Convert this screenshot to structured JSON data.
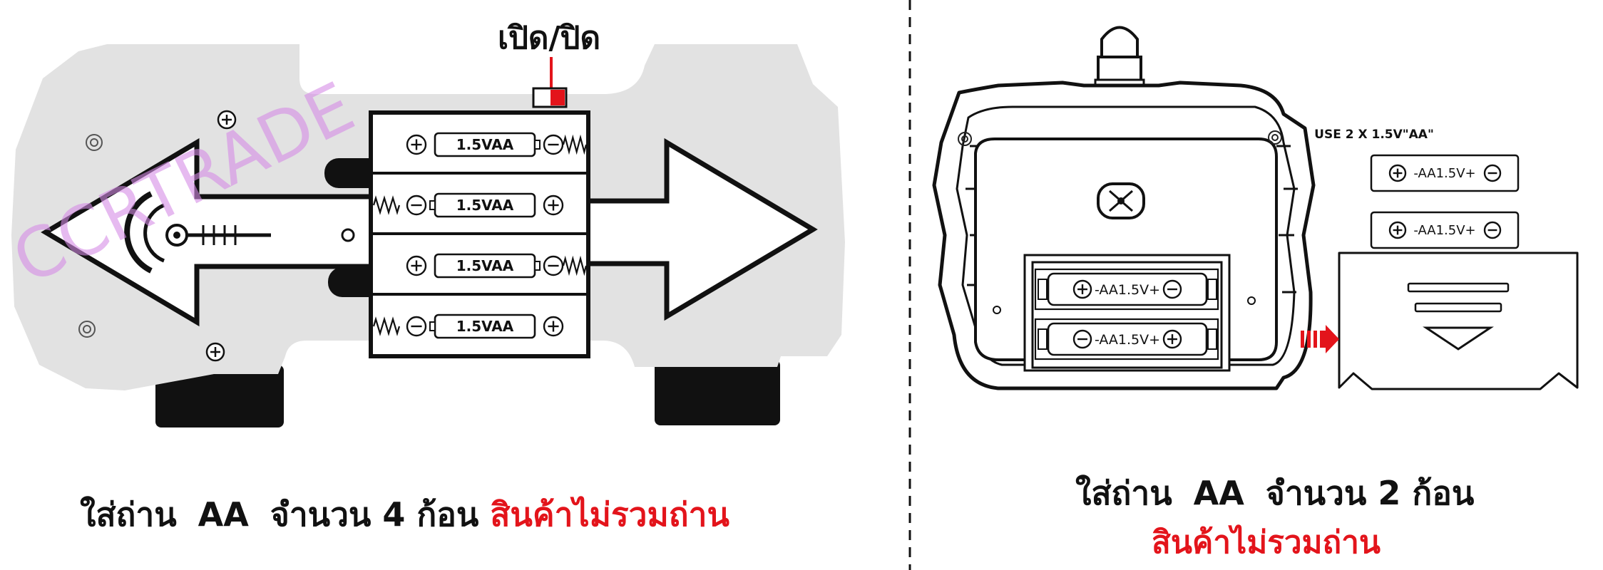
{
  "colors": {
    "ink": "#111111",
    "accent_red": "#e3141b",
    "car_body": "#e2e2e2",
    "remote_body": "#ffffff",
    "watermark": "#d68ce6"
  },
  "car": {
    "switch_label": "เปิด/ปิด",
    "batteries": [
      {
        "label": "1.5VAA",
        "left_sign": "+",
        "right_sign": "−",
        "spring": "right"
      },
      {
        "label": "1.5VAA",
        "left_sign": "−",
        "right_sign": "+",
        "spring": "left"
      },
      {
        "label": "1.5VAA",
        "left_sign": "+",
        "right_sign": "−",
        "spring": "right"
      },
      {
        "label": "1.5VAA",
        "left_sign": "−",
        "right_sign": "+",
        "spring": "left"
      }
    ],
    "watermark": "CCRTRADE",
    "caption_part1": "ใส่ถ่าน",
    "caption_part2": "AA",
    "caption_part3": "จำนวน 4 ก้อน",
    "caption_note": "สินค้าไม่รวมถ่าน"
  },
  "remote": {
    "usage_label": "USE 2 X 1.5V\"AA\"",
    "spare_batteries": [
      {
        "label": "-AA1.5V+",
        "left_sign": "+",
        "right_sign": "−"
      },
      {
        "label": "-AA1.5V+",
        "left_sign": "+",
        "right_sign": "−"
      }
    ],
    "bay_batteries": [
      {
        "label": "-AA1.5V+",
        "left_sign": "+",
        "right_sign": "−"
      },
      {
        "label": "-AA1.5V+",
        "left_sign": "−",
        "right_sign": "+"
      }
    ],
    "caption_part1": "ใส่ถ่าน",
    "caption_part2": "AA",
    "caption_part3": "จำนวน 2 ก้อน",
    "caption_note": "สินค้าไม่รวมถ่าน"
  }
}
